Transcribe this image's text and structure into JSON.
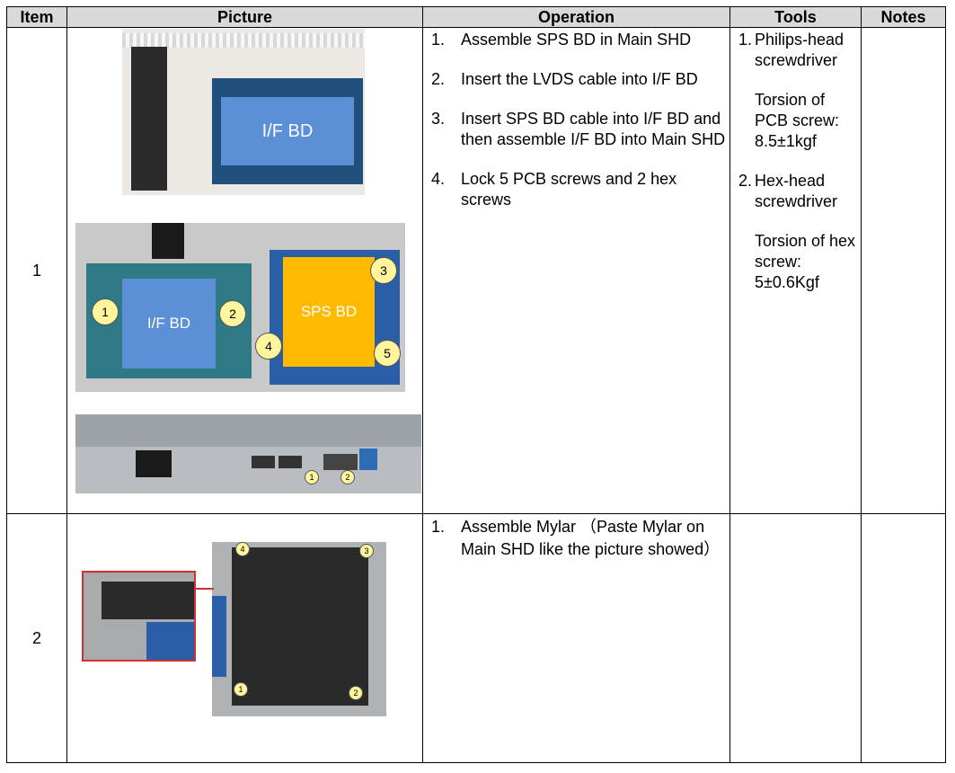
{
  "headers": {
    "item": "Item",
    "picture": "Picture",
    "operation": "Operation",
    "tools": "Tools",
    "notes": "Notes"
  },
  "rows": [
    {
      "item": "1",
      "operations": [
        {
          "num": "1.",
          "text": "Assemble SPS BD in Main SHD"
        },
        {
          "num": "2.",
          "text": "Insert the LVDS cable into I/F BD"
        },
        {
          "num": "3.",
          "text": "Insert SPS BD cable into I/F BD and then assemble I/F BD into Main SHD"
        },
        {
          "num": "4.",
          "text": "Lock 5 PCB screws and 2 hex screws"
        }
      ],
      "tools": [
        {
          "num": "1.",
          "text": "Philips-head screwdriver",
          "sub": "Torsion of PCB screw: 8.5±1kgf"
        },
        {
          "num": "2.",
          "text": "Hex-head screwdriver",
          "sub": "Torsion of hex screw: 5±0.6Kgf"
        }
      ],
      "notes": "",
      "pictures": {
        "photo1_label": "I/F BD",
        "photo2_label_if": "I/F BD",
        "photo2_label_sps": "SPS BD",
        "photo2_callouts": [
          "1",
          "2",
          "3",
          "4",
          "5"
        ],
        "photo3_callouts": [
          "1",
          "2"
        ]
      }
    },
    {
      "item": "2",
      "operations": [
        {
          "num": "1.",
          "text": "Assemble Mylar （Paste Mylar on Main SHD like the picture showed）"
        }
      ],
      "tools": [],
      "notes": "",
      "pictures": {
        "photo_callouts": [
          "4",
          "3",
          "1",
          "2"
        ]
      }
    }
  ],
  "colors": {
    "header_bg": "#d9d9d9",
    "if_bd_label": "#5b8fd6",
    "sps_bd_label": "#ffb900",
    "callout": "#fff59d",
    "highlight_border": "#d32f2f"
  }
}
